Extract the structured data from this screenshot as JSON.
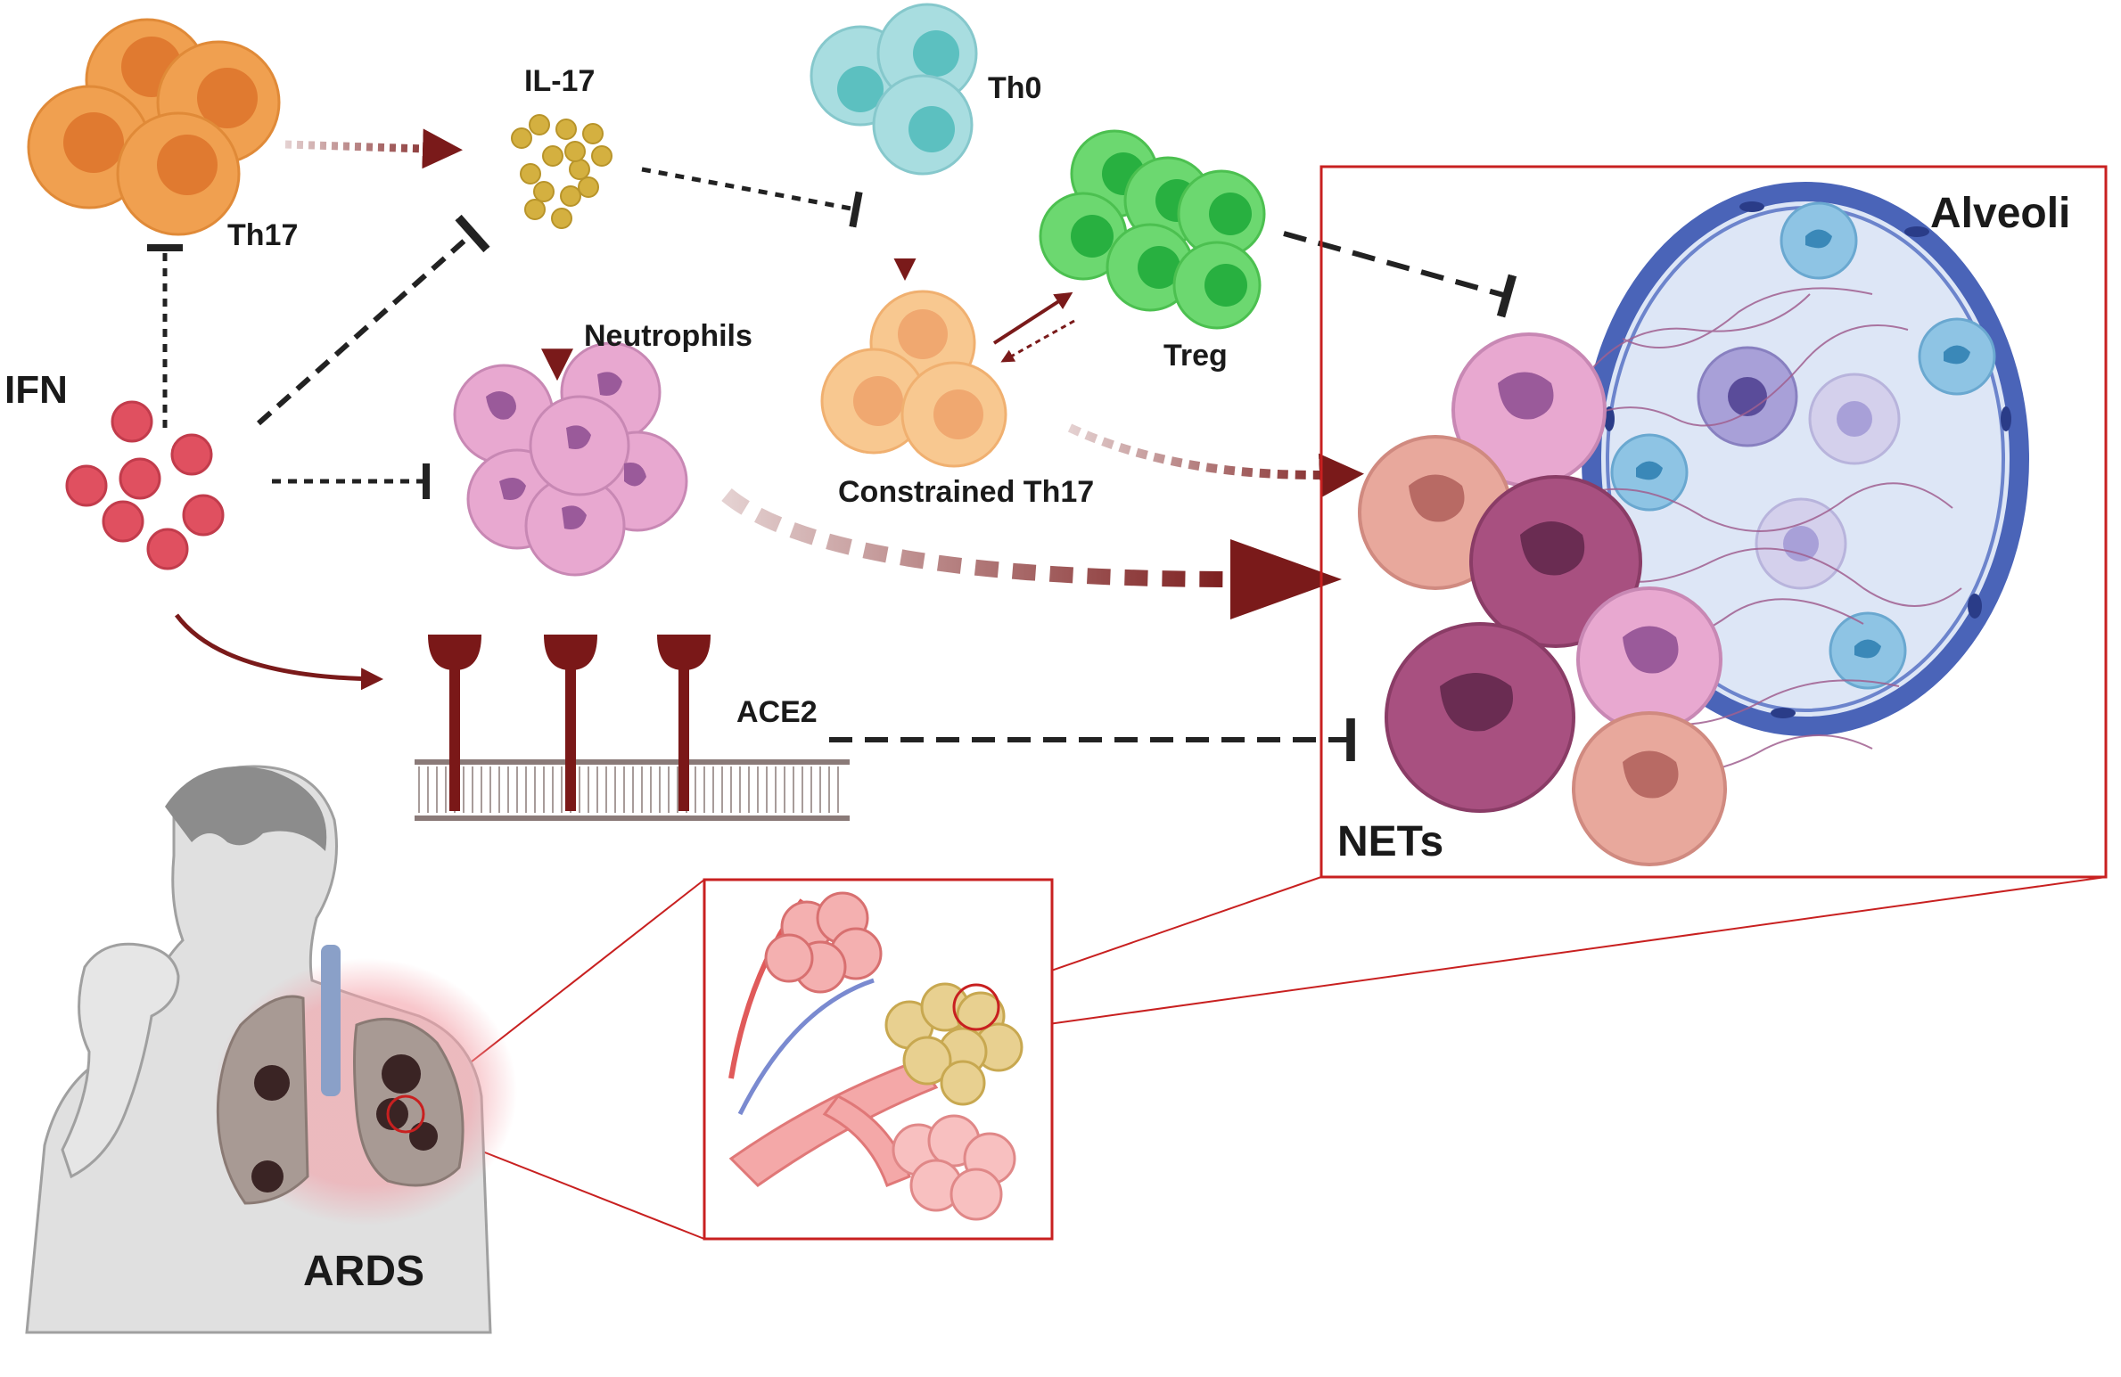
{
  "labels": {
    "th17": "Th17",
    "il17": "IL-17",
    "th0": "Th0",
    "ifn": "IFN",
    "neutrophils": "Neutrophils",
    "constrained_th17": "Constrained Th17",
    "treg": "Treg",
    "ace2": "ACE2",
    "alveoli": "Alveoli",
    "nets": "NETs",
    "ards": "ARDS"
  },
  "colors": {
    "th17_cell": "#f0a050",
    "th17_nucleus": "#e07a30",
    "il17_particle": "#d4b040",
    "th0_cell": "#a8dde0",
    "th0_nucleus": "#5cc0c0",
    "treg_cell": "#6cd870",
    "treg_nucleus": "#28b040",
    "constrained_cell": "#f8c890",
    "constrained_nucleus": "#f0a870",
    "ifn_particle": "#e05060",
    "neutrophil_cell": "#e8a8d0",
    "neutrophil_nucleus": "#9a5a9a",
    "activation_arrow": "#7a1a1a",
    "inhibition_line": "#222222",
    "zoom_box": "#c82020",
    "alveolus_wall": "#4a64b8",
    "alveolus_interior": "#dde6f6",
    "ace2_receptor": "#7a1818",
    "membrane": "#8a7a78"
  }
}
